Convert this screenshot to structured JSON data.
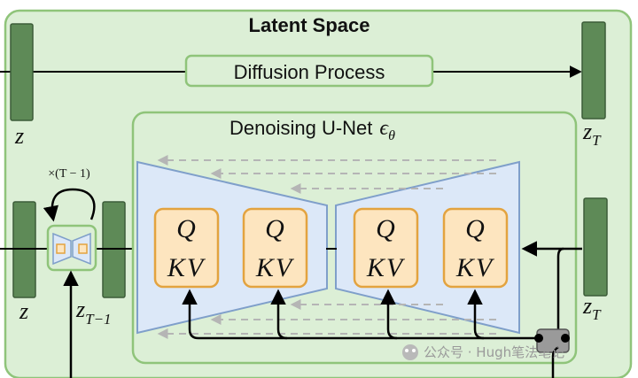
{
  "title": "Latent Space",
  "diffusion_label": "Diffusion Process",
  "unet_label": "Denoising U-Net",
  "unet_symbol": "ϵ",
  "unet_symbol_sub": "θ",
  "latent_labels": {
    "z_top": "z",
    "z_mid": "z",
    "zT_top": "z",
    "zT_top_sub": "T",
    "zT_mid": "z",
    "zT_mid_sub": "T",
    "zT1": "z",
    "zT1_sub": "T−1"
  },
  "loop_label": "×(T − 1)",
  "attention_blocks": [
    {
      "q": "Q",
      "kv": "KV"
    },
    {
      "q": "Q",
      "kv": "KV"
    },
    {
      "q": "Q",
      "kv": "KV"
    },
    {
      "q": "Q",
      "kv": "KV"
    }
  ],
  "watermark": "公众号 · Hugh笔法笔记",
  "colors": {
    "latent_bg": "#dcefd6",
    "latent_border": "#8fc47a",
    "bar_fill": "#5e8a57",
    "bar_stroke": "#3c5c38",
    "unet_fill": "#dce8f8",
    "unet_stroke": "#7f9fca",
    "block_fill": "#fde5bf",
    "block_stroke": "#e3a33f",
    "dashed": "#b5b5b5",
    "arrow": "#000000"
  }
}
